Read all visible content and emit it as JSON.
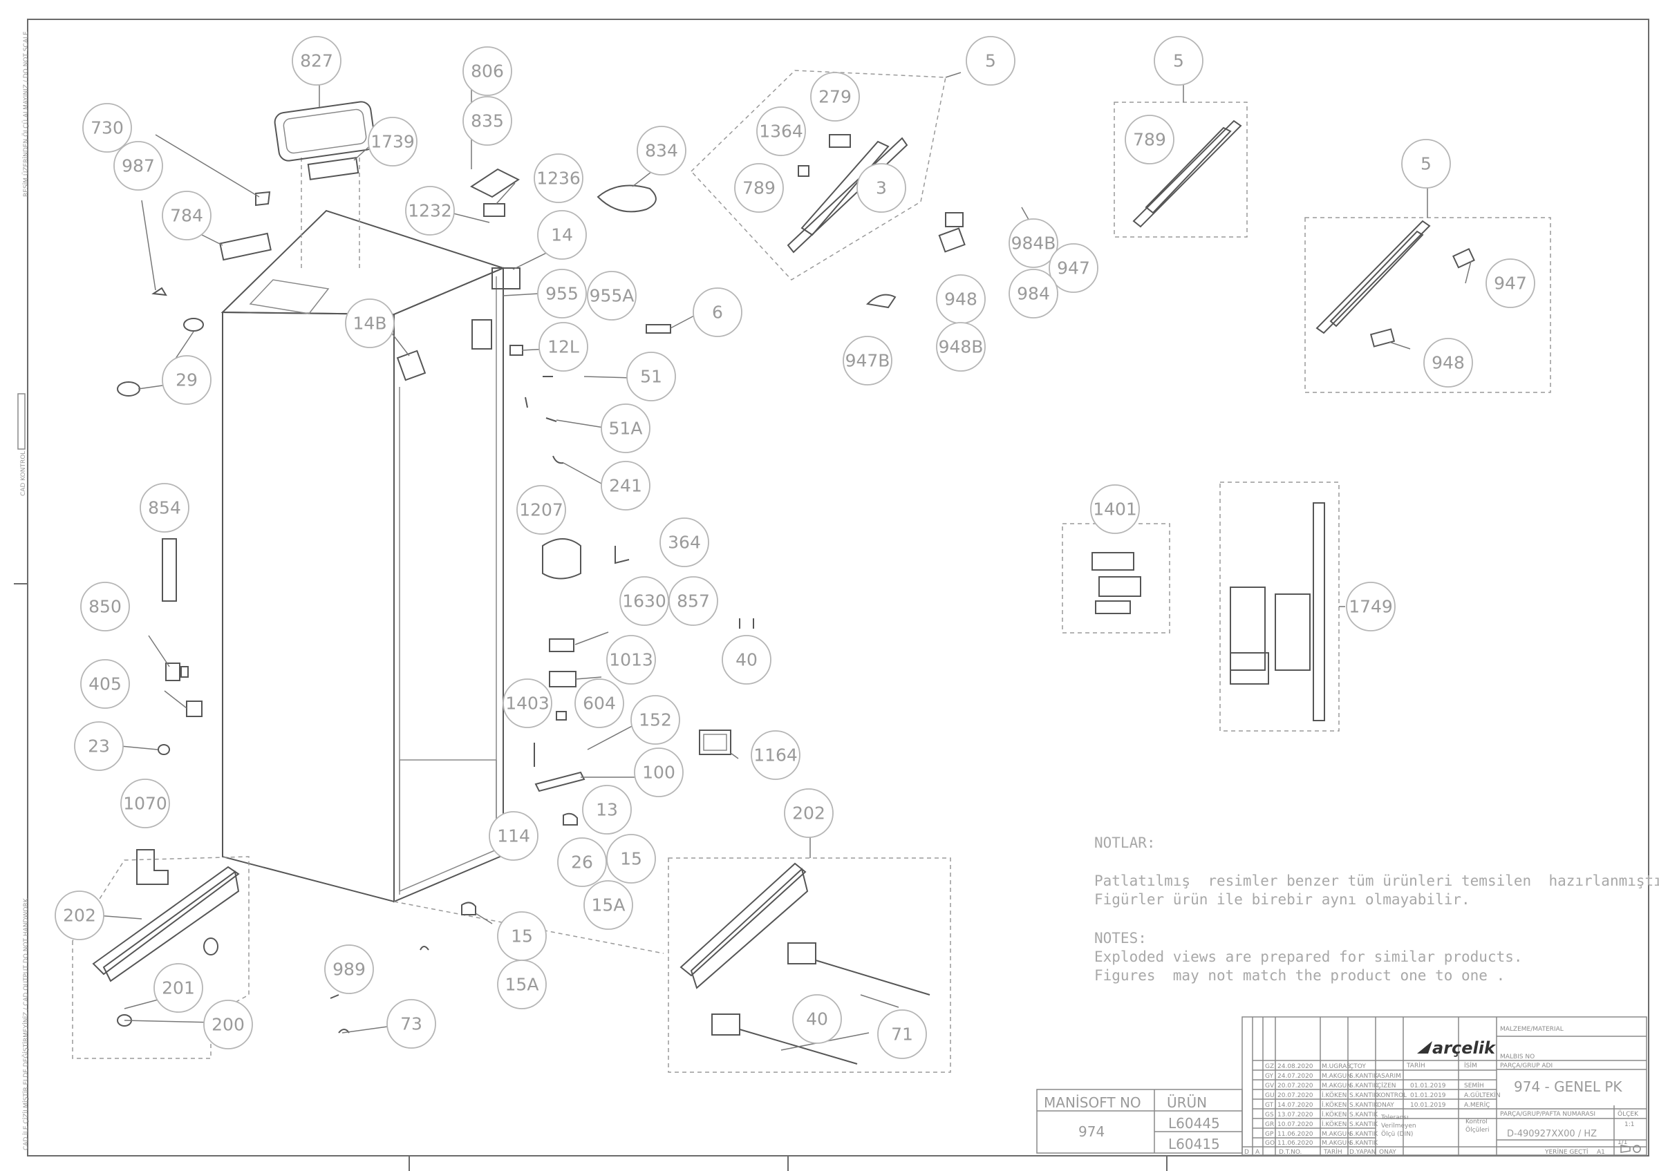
{
  "side_labels": {
    "top": "RESİM ÜZERİNDEN ÖLÇÜ ALMAYINIZ / DO NOT SCALE",
    "mid": "CAD KONTROL",
    "bottom": "CAD İLE ÇİZİLMİŞTİR ELDE DEĞİŞTİRMEYİNİZ / CAD OUTPUT DO NOT HANDWORK"
  },
  "callouts": [
    "827",
    "1739",
    "806",
    "835",
    "1236",
    "1232",
    "834",
    "14",
    "955",
    "955A",
    "14B",
    "730",
    "987",
    "784",
    "29",
    "12L",
    "6",
    "51",
    "51A",
    "241",
    "5",
    "279",
    "1364",
    "789",
    "3",
    "984B",
    "947",
    "984",
    "948",
    "948B",
    "947B",
    "5",
    "789",
    "5",
    "947",
    "948",
    "854",
    "850",
    "405",
    "23",
    "1070",
    "202",
    "201",
    "200",
    "1207",
    "364",
    "1630",
    "857",
    "40",
    "1013",
    "1403",
    "604",
    "152",
    "100",
    "1164",
    "114",
    "13",
    "26",
    "15",
    "15A",
    "15",
    "15A",
    "989",
    "73",
    "202",
    "40",
    "71",
    "1401",
    "1749"
  ],
  "notes": {
    "tr_heading": "NOTLAR:",
    "tr_line1": "Patlatılmış  resimler benzer tüm ürünleri temsilen  hazırlanmıştır.",
    "tr_line2": "Figürler ürün ile birebir aynı olmayabilir.",
    "en_heading": "NOTES:",
    "en_line1": "Exploded views are prepared for similar products.",
    "en_line2": "Figures  may not match the product one to one ."
  },
  "titleblock": {
    "manisoft_label": "MANİSOFT NO",
    "manisoft_value": "974",
    "urun_label": "ÜRÜN",
    "urun_values": [
      "L60445",
      "L60415"
    ],
    "brand": "arçelik",
    "malzeme_label": "MALZEME/MATERIAL",
    "malbis_label": "MALBIS NO",
    "parca_grup_label": "PARÇA/GRUP ADI",
    "parca_grup_value": "974 - GENEL PK",
    "parca_no_label": "PARÇA/GRUP/PAFTA NUMARASI",
    "parca_no_value": "D-490927XX00 / HZ",
    "olcek_label": "ÖLÇEK",
    "olcek_value": "1:1",
    "yerine_label": "YERİNE GEÇTİ",
    "pafta": "A1",
    "col_tarih": "TARİH",
    "col_isim": "İSİM",
    "rev_letters": [
      "GZ",
      "GY",
      "GV",
      "GU",
      "GT",
      "GS",
      "GR",
      "GP",
      "GO",
      "D"
    ],
    "rev_dates": [
      "24.08.2020",
      "24.07.2020",
      "20.07.2020",
      "20.07.2020",
      "14.07.2020",
      "13.07.2020",
      "10.07.2020",
      "11.06.2020",
      "11.06.2020"
    ],
    "rev_names": [
      "M.UGRAS",
      "M.AKGUN",
      "M.AKGUN",
      "İ.KÖKEN",
      "İ.KÖKEN",
      "İ.KÖKEN",
      "İ.KÖKEN",
      "M.AKGUN",
      "M.AKGUN"
    ],
    "rev_codes": [
      "ÇTOY",
      "S.KANTIK",
      "S.KANTIK",
      "S.KANTIK",
      "S.KANTIK",
      "S.KANTIK",
      "S.KANTIK",
      "S.KANTIK",
      "S.KANTIK"
    ],
    "approvals": [
      "ASARIM",
      "ÇİZEN",
      "KONTROL",
      "ONAY"
    ],
    "approval_dates": [
      "01.01.2019",
      "01.01.2019",
      "10.01.2019"
    ],
    "approval_names": [
      "SEMİH",
      "A.GÜLTEKİN",
      "A.MERİÇ"
    ],
    "tolerans": [
      "Toleransı",
      "Verilmeyen",
      "Ölçü (DIN)"
    ],
    "kontrol": [
      "Kontrol",
      "Ölçüleri"
    ],
    "footer": [
      "D",
      "A",
      "D.T.NO.",
      "TARİH",
      "D.YAPAN",
      "ONAY"
    ],
    "sheet": "1/1"
  }
}
